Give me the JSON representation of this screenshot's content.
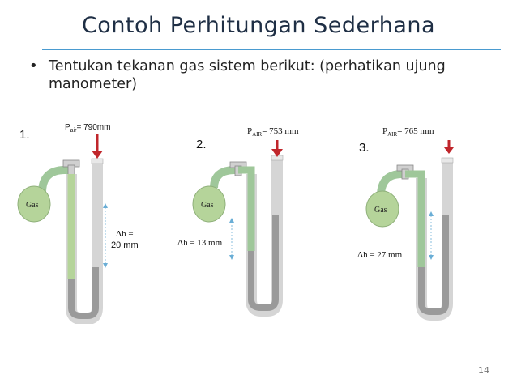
{
  "slide": {
    "title": "Contoh Perhitungan Sederhana",
    "bullet": "Tentukan tekanan gas sistem berikut: (perhatikan ujung manometer)",
    "page_number": "14"
  },
  "figures": [
    {
      "number": "1.",
      "p_symbol": "P",
      "p_sub": "air",
      "p_value": "= 790mm",
      "gas_label": "Gas",
      "dh_line1": "Δh =",
      "dh_line2": "20 mm"
    },
    {
      "number": "2.",
      "p_symbol": "P",
      "p_sub": "AIR",
      "p_value": "= 753 mm",
      "gas_label": "Gas",
      "dh_text": "Δh = 13 mm"
    },
    {
      "number": "3.",
      "p_symbol": "P",
      "p_sub": "AIR",
      "p_value": "= 765 mm",
      "gas_label": "Gas",
      "dh_text": "Δh = 27 mm"
    }
  ],
  "colors": {
    "accent_rule": "#4a9bd0",
    "arrow": "#c0262b",
    "gas_bulb": "#b5d49a",
    "mercury": "#9a9a9a",
    "title": "#1f2f45"
  }
}
